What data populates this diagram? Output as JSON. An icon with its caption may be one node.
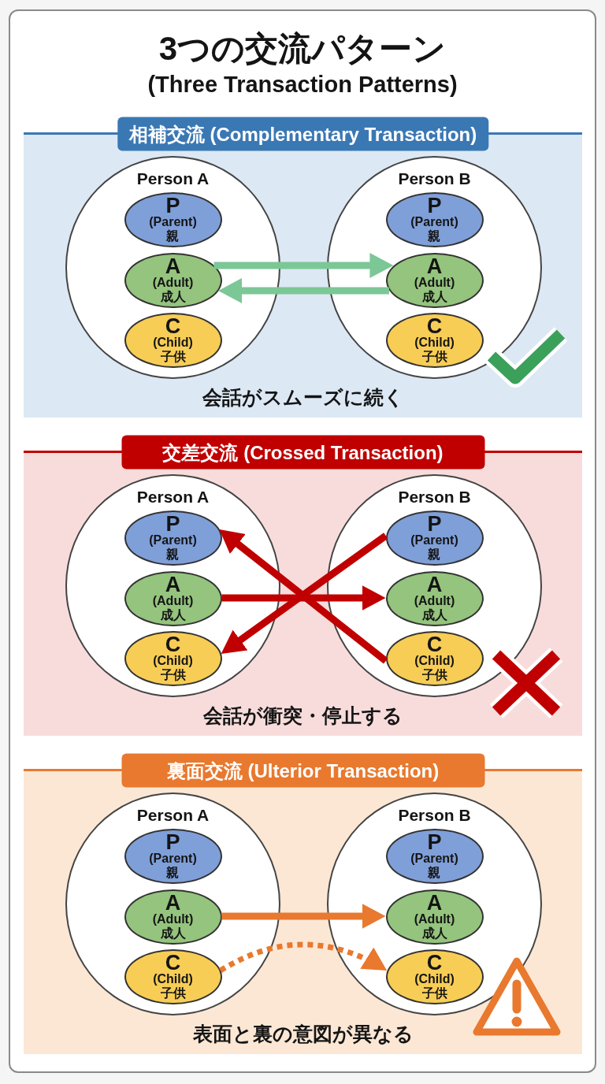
{
  "diagram": {
    "title": "3つの交流パターン",
    "nodes": [
      {
        "text": [
          "相補交流 (Complementary Transaction)",
          "会話がスムーズに続く"
        ]
      },
      {
        "text": [
          "Person A"
        ],
        "in": 0
      },
      {
        "text": [
          "P",
          "(Parent) 親"
        ],
        "in": 1
      },
      {
        "text": [
          "A",
          "(Adult) 成人"
        ],
        "in": 1
      },
      {
        "text": [
          "C",
          "(Child) 子供"
        ],
        "in": 1
      },
      {
        "text": [
          "Person B"
        ],
        "in": 0
      },
      {
        "text": [
          "P",
          "(Parent) 親"
        ],
        "in": 5
      },
      {
        "text": [
          "A",
          "(Adult) 成人"
        ],
        "in": 5
      },
      {
        "text": [
          "C",
          "(Child) 子供"
        ],
        "in": 5
      },
      {
        "text": [
          "交差交流 (Crossed Transaction)",
          "会話が衝突・停止する"
        ]
      },
      {
        "text": [
          "Person A"
        ],
        "in": 9
      },
      {
        "text": [
          "P",
          "(Parent) 親"
        ],
        "in": 10
      },
      {
        "text": [
          "A",
          "(Adult) 成人"
        ],
        "in": 10
      },
      {
        "text": [
          "C",
          "(Child) 子供"
        ],
        "in": 10
      },
      {
        "text": [
          "Person B"
        ],
        "in": 9
      },
      {
        "text": [
          "P",
          "(Parent) 親"
        ],
        "in": 14
      },
      {
        "text": [
          "A",
          "(Adult) 成人"
        ],
        "in": 14
      },
      {
        "text": [
          "C",
          "(Child) 子供"
        ],
        "in": 14
      },
      {
        "text": [
          "裏面交流 (Ulterior Transaction)",
          "表面と裏の意図が異なる"
        ]
      },
      {
        "text": [
          "Person A"
        ],
        "in": 18
      },
      {
        "text": [
          "P",
          "(Parent) 親"
        ],
        "in": 19
      },
      {
        "text": [
          "A",
          "(Adult) 成人"
        ],
        "in": 19
      },
      {
        "text": [
          "C",
          "(Child) 子供"
        ],
        "in": 19
      },
      {
        "text": [
          "Person B"
        ],
        "in": 18
      },
      {
        "text": [
          "P",
          "(Parent) 親"
        ],
        "in": 23
      },
      {
        "text": [
          "A",
          "(Adult) 成人"
        ],
        "in": 23
      },
      {
        "text": [
          "C",
          "(Child) 子供"
        ],
        "in": 23
      }
    ],
    "edges": [
      {
        "from": 3,
        "to": 7,
        "arrow": "to",
        "color": "#7cc796"
      },
      {
        "from": 7,
        "to": 3,
        "arrow": "to",
        "color": "#7cc796"
      },
      {
        "from": 12,
        "to": 16,
        "arrow": "to"
      },
      {
        "from": 15,
        "to": 13,
        "arrow": "to"
      },
      {
        "from": 17,
        "to": 11,
        "arrow": "to"
      },
      {
        "from": 21,
        "to": 25,
        "arrow": "to",
        "color": "#e8792f"
      },
      {
        "from": 22,
        "to": 26,
        "arrow": "to",
        "style": "dashed",
        "color": "#e8792f"
      }
    ],
    "labels": [
      "(Three Transaction Patterns)"
    ]
  }
}
